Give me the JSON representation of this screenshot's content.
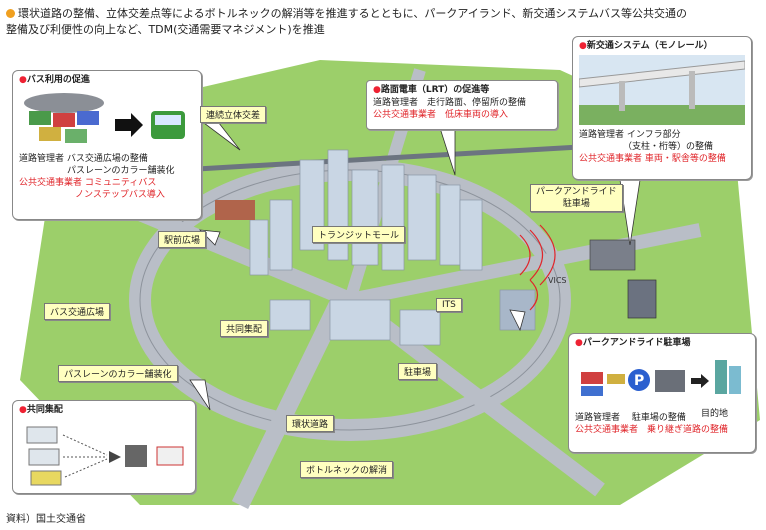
{
  "header": {
    "line1": "環状道路の整備、立体交差点等によるボトルネックの解消等を推進するとともに、パークアイランド、新交通システムバス等公共交通の",
    "line2": "整備及び利便性の向上など、TDM(交通需要マネジメント)を推進"
  },
  "callouts": {
    "bus": {
      "title": "バス利用の促進",
      "l1": "道路管理者 バス交通広場の整備",
      "l2": "パスレーンのカラー舗装化",
      "l3": "公共交通事業者 コミュニティバス",
      "l4": "ノンステップバス導入"
    },
    "monorail": {
      "title": "新交通システム（モノレール）",
      "l1": "道路管理者 インフラ部分",
      "l2": "（支柱・桁等）の整備",
      "l3": "公共交通事業者 車両・駅舎等の整備"
    },
    "lrt": {
      "title": "路面電車（LRT）の促進等",
      "l1": "道路管理者　走行路面、停留所の整備",
      "l2": "公共交通事業者　低床車両の導入"
    },
    "parkride": {
      "title": "パークアンドライド駐車場",
      "dest": "目的地",
      "l1": "道路管理者　 駐車場の整備",
      "l2": "公共交通事業者　乗り継ぎ道路の整備"
    },
    "joint": {
      "title": "共同集配"
    }
  },
  "labels": {
    "renzoku": "連続立体交差",
    "ekimae": "駅前広場",
    "transit": "トランジットモール",
    "parkride_lot": "パークアンドライド\n駐車場",
    "bus_plaza": "バス交通広場",
    "joint": "共同集配",
    "its": "ITS",
    "buslane": "パスレーンのカラー舗装化",
    "parking": "駐車場",
    "ring": "環状道路",
    "bottleneck": "ボトルネックの解消",
    "vics": "VICS"
  },
  "source": "資料）国土交通省",
  "colors": {
    "accent": "#e0252a",
    "label_bg": "#ffffc0",
    "grass": "#9ccf6a",
    "road": "#b9bec7"
  }
}
